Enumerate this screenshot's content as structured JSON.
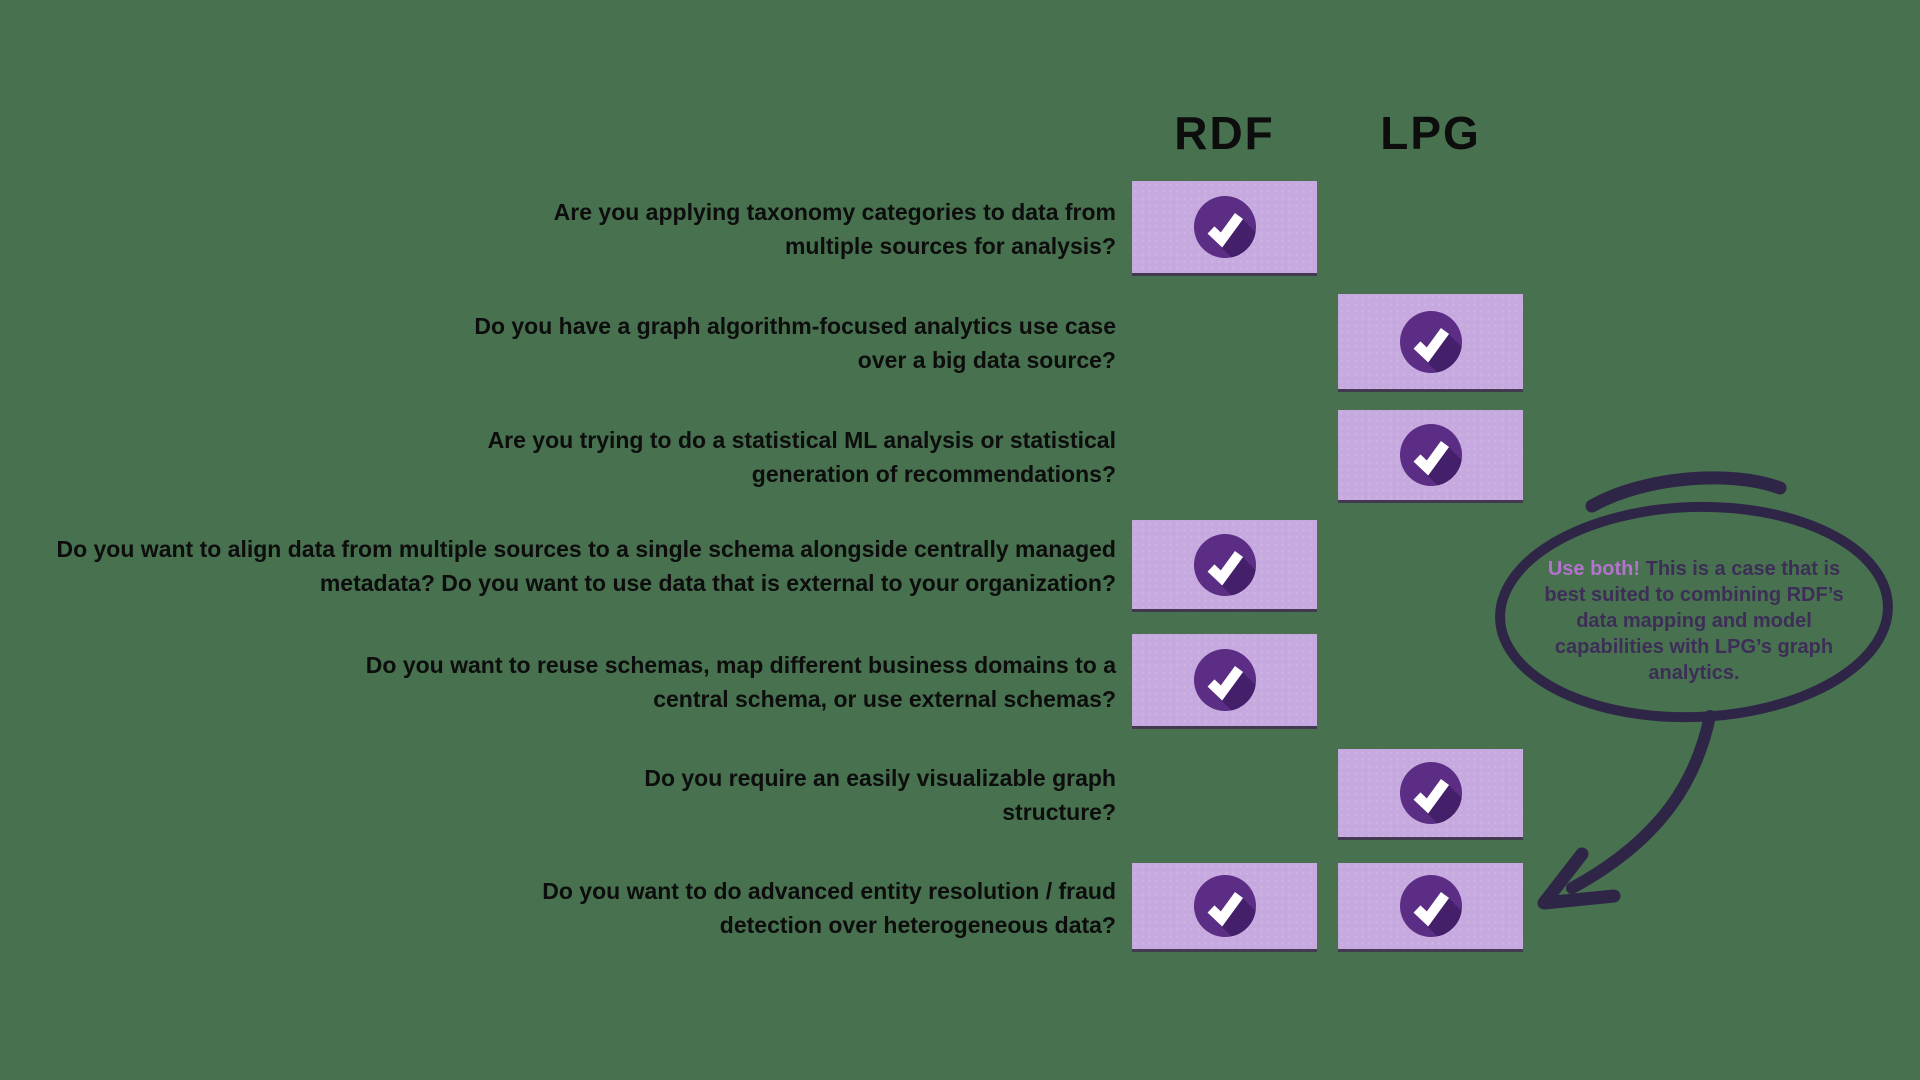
{
  "colors": {
    "background": "#47714f",
    "box_fill": "#c6a9df",
    "check_circle": "#5b2d84",
    "check_shadow": "#44206a",
    "check_mark": "#ffffff",
    "ink": "#0d0d0d",
    "bubble_stroke": "#2e2547",
    "bubble_text": "#3d2e57",
    "bubble_lead": "#b473cc"
  },
  "columns": {
    "rdf_label": "RDF",
    "lpg_label": "LPG"
  },
  "rows": [
    {
      "question": "Are you applying taxonomy categories to data from multiple sources for analysis?",
      "rdf": true,
      "lpg": false
    },
    {
      "question": "Do you have a graph algorithm-focused analytics use case over a big data source?",
      "rdf": false,
      "lpg": true
    },
    {
      "question": "Are you trying to do a statistical ML analysis or statistical generation of recommendations?",
      "rdf": false,
      "lpg": true
    },
    {
      "question": "Do you want to align data from multiple sources to a single schema alongside centrally managed metadata? Do you want to use data that is external to your organization?",
      "rdf": true,
      "lpg": false
    },
    {
      "question": "Do you want to reuse schemas, map different business domains to a central schema, or use external schemas?",
      "rdf": true,
      "lpg": false
    },
    {
      "question": "Do you require an easily visualizable graph structure?",
      "rdf": false,
      "lpg": true
    },
    {
      "question": "Do you want to do advanced entity resolution / fraud detection over heterogeneous data?",
      "rdf": true,
      "lpg": true
    }
  ],
  "callout": {
    "lead": "Use both!",
    "text": " This is a case that is best suited to combining RDF’s data mapping and model capabilities with LPG’s graph analytics."
  }
}
